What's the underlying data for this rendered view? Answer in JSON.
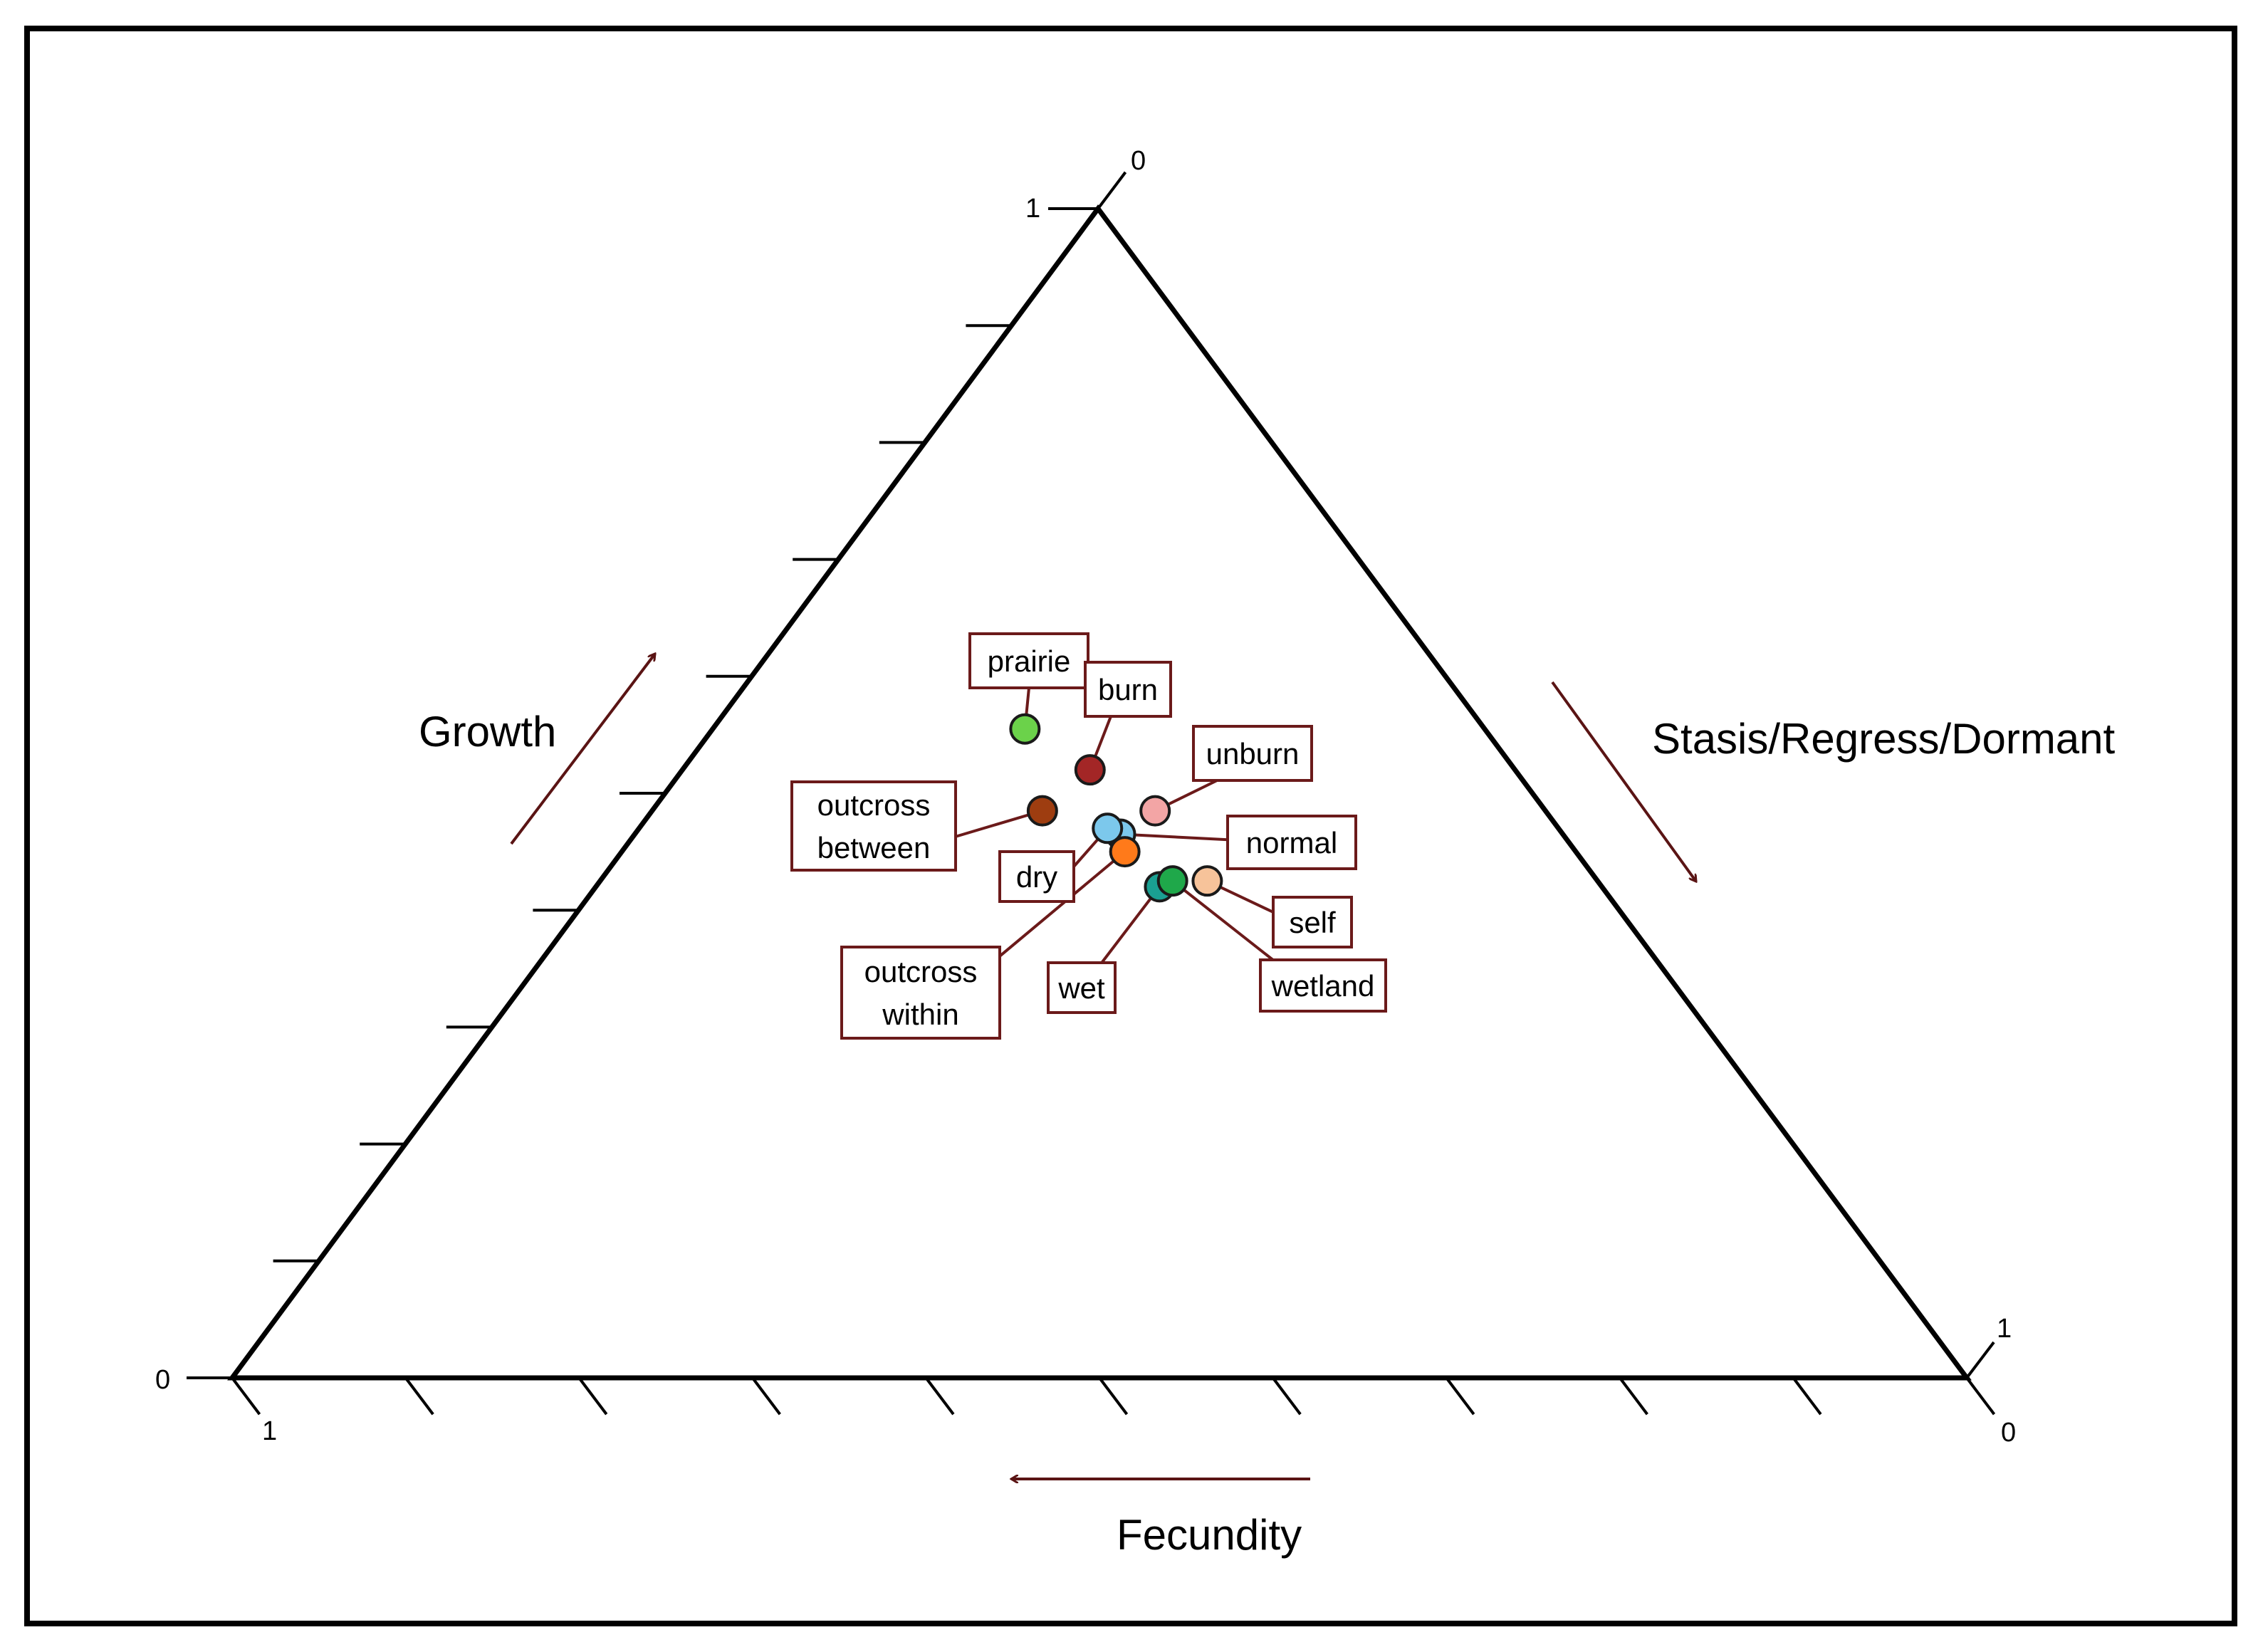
{
  "chart_data": {
    "type": "scatter",
    "subtype": "ternary",
    "axes": {
      "left": {
        "label": "Growth",
        "min": 0,
        "max": 1,
        "ticks": 10
      },
      "right": {
        "label": "Stasis/Regress/Dormant",
        "min": 0,
        "max": 1,
        "ticks": 10
      },
      "bottom": {
        "label": "Fecundity",
        "min": 0,
        "max": 1,
        "ticks": 10
      }
    },
    "tick_labels": {
      "top_1": "1",
      "top_0": "0",
      "left_0": "0",
      "left_1": "1",
      "right_1": "1",
      "right_0": "0"
    },
    "grid": false,
    "points": [
      {
        "lines": [
          "prairie"
        ],
        "growth": 0.555,
        "fecundity": 0.265,
        "stasis": 0.18,
        "color": "#6bd24a"
      },
      {
        "lines": [
          "burn"
        ],
        "growth": 0.52,
        "fecundity": 0.245,
        "stasis": 0.235,
        "color": "#a32626"
      },
      {
        "lines": [
          "unburn"
        ],
        "growth": 0.485,
        "fecundity": 0.225,
        "stasis": 0.29,
        "color": "#f3a5a5"
      },
      {
        "lines": [
          "outcross",
          "between"
        ],
        "growth": 0.485,
        "fecundity": 0.29,
        "stasis": 0.225,
        "color": "#9e3d10"
      },
      {
        "lines": [
          "normal"
        ],
        "growth": 0.465,
        "fecundity": 0.255,
        "stasis": 0.28,
        "color": "#7cc8ec"
      },
      {
        "lines": [
          "dry"
        ],
        "growth": 0.47,
        "fecundity": 0.26,
        "stasis": 0.27,
        "color": "#7cc8ec"
      },
      {
        "lines": [
          "outcross",
          "within"
        ],
        "growth": 0.45,
        "fecundity": 0.26,
        "stasis": 0.29,
        "color": "#ff7a1a"
      },
      {
        "lines": [
          "wet"
        ],
        "growth": 0.42,
        "fecundity": 0.255,
        "stasis": 0.325,
        "color": "#1aa092"
      },
      {
        "lines": [
          "wetland"
        ],
        "growth": 0.425,
        "fecundity": 0.245,
        "stasis": 0.33,
        "color": "#1fa84a"
      },
      {
        "lines": [
          "self"
        ],
        "growth": 0.425,
        "fecundity": 0.225,
        "stasis": 0.35,
        "color": "#f7c39a"
      }
    ],
    "colors": {
      "axis": "#000000",
      "arrow": "#5a1414",
      "label_border": "#6b1a1a"
    }
  }
}
